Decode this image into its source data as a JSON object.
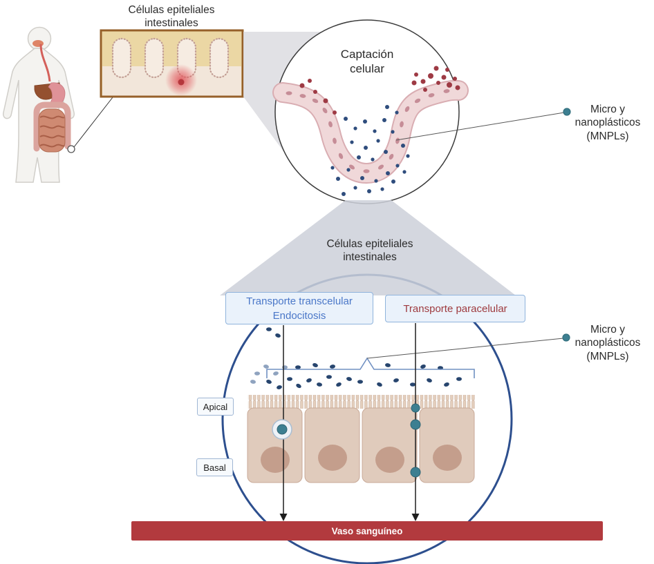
{
  "top_section": {
    "box_title": {
      "line1": "Células epiteliales",
      "line2": "intestinales"
    },
    "circle_title": {
      "line1": "Captación",
      "line2": "celular"
    },
    "mnpls_label": {
      "line1": "Micro y",
      "line2": "nanoplásticos",
      "line3": "(MNPLs)"
    }
  },
  "bottom_section": {
    "section_title": {
      "line1": "Células epiteliales",
      "line2": "intestinales"
    },
    "transcellular_box": {
      "line1": "Transporte transcelular",
      "line2": "Endocitosis"
    },
    "paracellular_box": {
      "label": "Transporte paracelular"
    },
    "apical_label": "Apical",
    "basal_label": "Basal",
    "vessel_label": "Vaso sanguíneo",
    "mnpls_label": {
      "line1": "Micro y",
      "line2": "nanoplásticos",
      "line3": "(MNPLs)"
    }
  },
  "colors": {
    "transcellular-text": "#4a77c8",
    "paracellular-text": "#9e3a3e",
    "label-box-bg": "#eaf2fb",
    "label-box-border": "#8fb3dc",
    "vessel-bg": "#b23a3e",
    "vessel-text": "#ffffff",
    "lower-circle-border": "#2d4f8e",
    "mnpl-teal": "#3d7f91",
    "mnpl-navy": "#27456e",
    "mnpl-red": "#9e3a44"
  }
}
